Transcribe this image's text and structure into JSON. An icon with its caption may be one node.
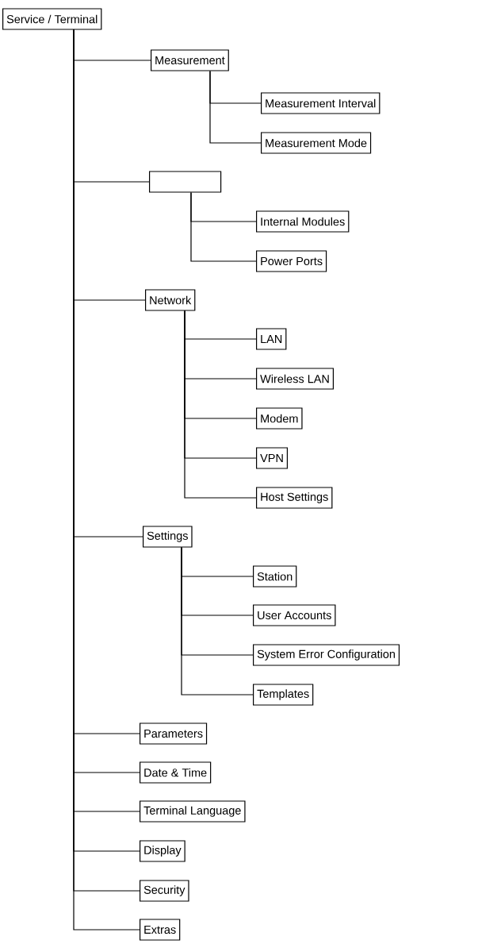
{
  "diagram": {
    "nodes": [
      {
        "text": [
          "Service / Terminal"
        ]
      },
      {
        "text": [
          "Measurement"
        ]
      },
      {
        "text": [
          "Measurement Interval"
        ]
      },
      {
        "text": [
          "Measurement Mode"
        ]
      },
      {
        "text": [],
        "shape": "box"
      },
      {
        "text": [
          "Internal Modules"
        ]
      },
      {
        "text": [
          "Power Ports"
        ]
      },
      {
        "text": [
          "Network"
        ]
      },
      {
        "text": [
          "LAN"
        ]
      },
      {
        "text": [
          "Wireless LAN"
        ]
      },
      {
        "text": [
          "Modem"
        ]
      },
      {
        "text": [
          "VPN"
        ]
      },
      {
        "text": [
          "Host Settings"
        ]
      },
      {
        "text": [
          "Settings"
        ]
      },
      {
        "text": [
          "Station"
        ]
      },
      {
        "text": [
          "User Accounts"
        ]
      },
      {
        "text": [
          "System Error Configuration"
        ]
      },
      {
        "text": [
          "Templates"
        ]
      },
      {
        "text": [
          "Parameters"
        ]
      },
      {
        "text": [
          "Date & Time"
        ]
      },
      {
        "text": [
          "Terminal Language"
        ]
      },
      {
        "text": [
          "Display"
        ]
      },
      {
        "text": [
          "Security"
        ]
      },
      {
        "text": [
          "Extras"
        ]
      }
    ],
    "edges": [
      {
        "from": 0,
        "to": 1,
        "arrow": "none"
      },
      {
        "from": 1,
        "to": 2,
        "arrow": "none"
      },
      {
        "from": 1,
        "to": 3,
        "arrow": "none"
      },
      {
        "from": 0,
        "to": 4,
        "arrow": "none"
      },
      {
        "from": 4,
        "to": 5,
        "arrow": "none"
      },
      {
        "from": 4,
        "to": 6,
        "arrow": "none"
      },
      {
        "from": 0,
        "to": 7,
        "arrow": "none"
      },
      {
        "from": 7,
        "to": 8,
        "arrow": "none"
      },
      {
        "from": 7,
        "to": 9,
        "arrow": "none"
      },
      {
        "from": 7,
        "to": 10,
        "arrow": "none"
      },
      {
        "from": 7,
        "to": 11,
        "arrow": "none"
      },
      {
        "from": 7,
        "to": 12,
        "arrow": "none"
      },
      {
        "from": 0,
        "to": 13,
        "arrow": "none"
      },
      {
        "from": 13,
        "to": 14,
        "arrow": "none"
      },
      {
        "from": 13,
        "to": 15,
        "arrow": "none"
      },
      {
        "from": 13,
        "to": 16,
        "arrow": "none"
      },
      {
        "from": 13,
        "to": 17,
        "arrow": "none"
      },
      {
        "from": 0,
        "to": 18,
        "arrow": "none"
      },
      {
        "from": 0,
        "to": 19,
        "arrow": "none"
      },
      {
        "from": 0,
        "to": 20,
        "arrow": "none"
      },
      {
        "from": 0,
        "to": 21,
        "arrow": "none"
      },
      {
        "from": 0,
        "to": 22,
        "arrow": "none"
      },
      {
        "from": 0,
        "to": 23,
        "arrow": "none"
      }
    ]
  }
}
